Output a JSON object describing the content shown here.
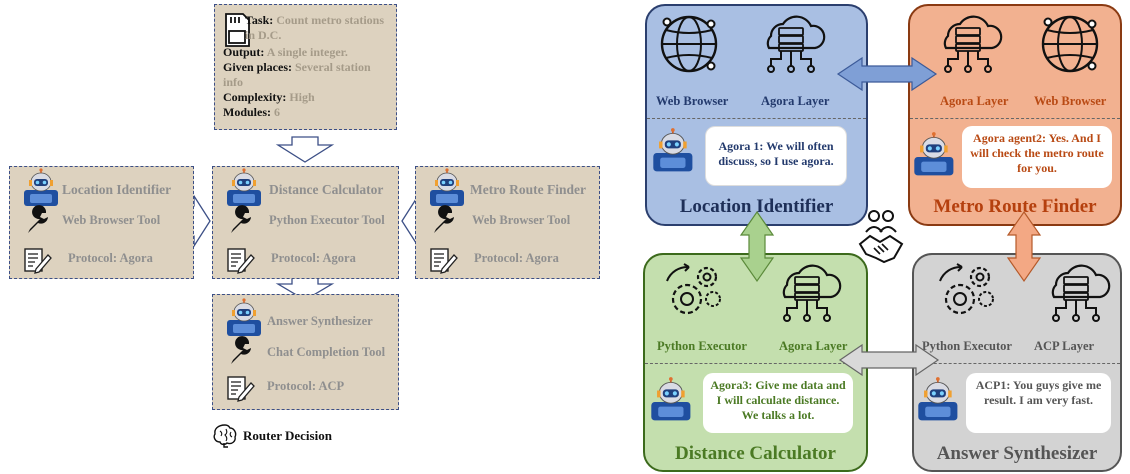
{
  "task": {
    "task_label": "Task:",
    "task_value": "Count metro stations in D.C.",
    "output_label": "Output:",
    "output_value": "A single integer.",
    "places_label": "Given places:",
    "places_value": "Several station info",
    "complexity_label": "Complexity:",
    "complexity_value": "High",
    "modules_label": "Modules:",
    "modules_value": "6"
  },
  "left_flow": {
    "location": {
      "title": "Location Identifier",
      "tool": "Web Browser Tool",
      "protocol": "Protocol: Agora"
    },
    "distance": {
      "title": "Distance Calculator",
      "tool": "Python Executor Tool",
      "protocol": "Protocol: Agora"
    },
    "metro": {
      "title": "Metro Route Finder",
      "tool": "Web Browser Tool",
      "protocol": "Protocol: Agora"
    },
    "answer": {
      "title": "Answer Synthesizer",
      "tool": "Chat  Completion Tool",
      "protocol": "Protocol: ACP"
    },
    "router_label": "Router Decision"
  },
  "agents": {
    "location": {
      "title": "Location Identifier",
      "icon1": "Web Browser",
      "icon2": "Agora Layer",
      "message": "Agora 1: We will often discuss, so I use agora.",
      "color_fill": "#a9bfe3",
      "color_text": "#233a6d"
    },
    "metro": {
      "title": "Metro Route Finder",
      "icon1": "Agora Layer",
      "icon2": "Web Browser",
      "message": "Agora agent2: Yes. And I will check the metro route for you.",
      "color_fill": "#f2b190",
      "color_text": "#b94a14"
    },
    "distance": {
      "title": "Distance Calculator",
      "icon1": "Python Executor",
      "icon2": "Agora Layer",
      "message": "Agora3: Give me data and I will calculate distance. We talks a lot.",
      "color_fill": "#c4dfae",
      "color_text": "#4b7a24"
    },
    "answer": {
      "title": "Answer Synthesizer",
      "icon1": "Python Executor",
      "icon2": "ACP Layer",
      "message": "ACP1: You guys give me result. I am very fast.",
      "color_fill": "#d3d3d3",
      "color_text": "#555555"
    }
  },
  "icons": [
    "sd-card-icon",
    "robot-icon",
    "wrench-icon",
    "document-pen-icon",
    "brain-icon",
    "globe-network-icon",
    "server-cloud-icon",
    "gears-icon",
    "handshake-icon",
    "double-arrow-icon"
  ]
}
